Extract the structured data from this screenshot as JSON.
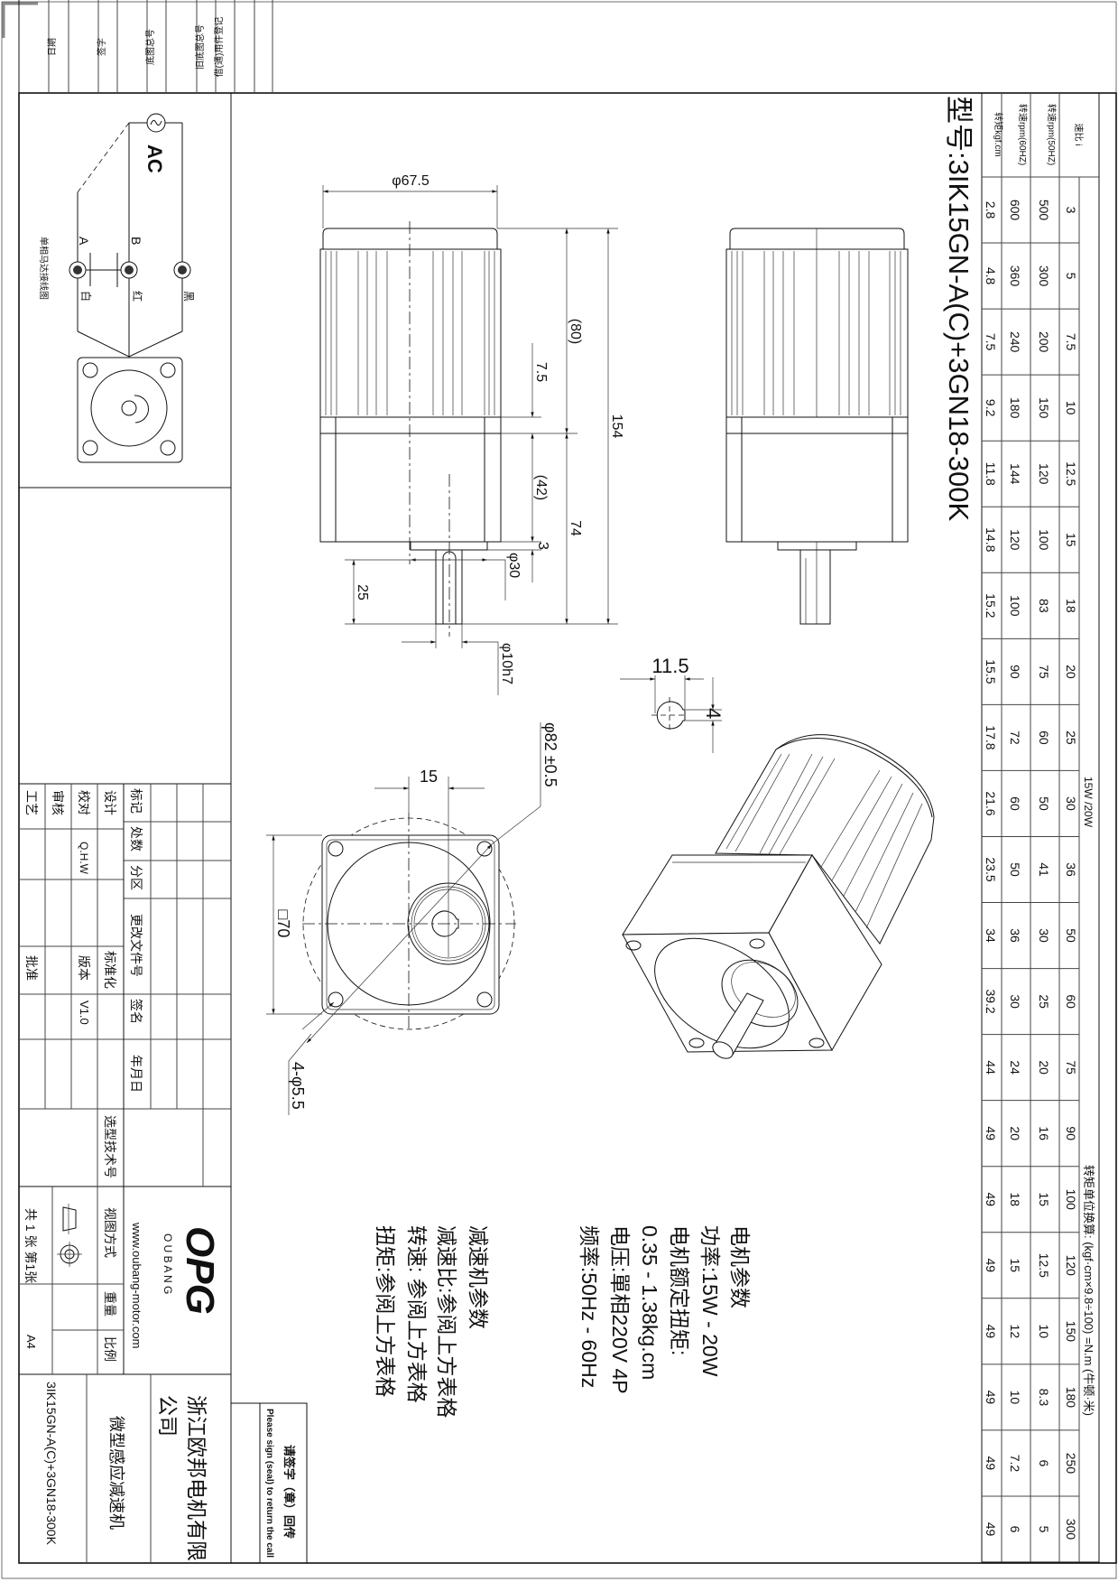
{
  "model_title": "型号:3IK15GN-A(C)+3GN18-300K",
  "table": {
    "power_label": "15W /20W",
    "conversion_note": "转矩单位换算: (kgf·cm×9.8÷100) =N.m (牛顿·米)",
    "row_headers": [
      "速比 i",
      "转速rpm(50HZ)",
      "转速rpm(60HZ)",
      "转矩kgf.cm"
    ],
    "ratios": [
      "3",
      "5",
      "7.5",
      "10",
      "12.5",
      "15",
      "18",
      "20",
      "25",
      "30",
      "36",
      "50",
      "60",
      "75",
      "90",
      "100",
      "120",
      "150",
      "180",
      "250",
      "300"
    ],
    "rpm_50hz": [
      "500",
      "300",
      "200",
      "150",
      "120",
      "100",
      "83",
      "75",
      "60",
      "50",
      "41",
      "30",
      "25",
      "20",
      "16",
      "15",
      "12.5",
      "10",
      "8.3",
      "6",
      "5"
    ],
    "rpm_60hz": [
      "600",
      "360",
      "240",
      "180",
      "144",
      "120",
      "100",
      "90",
      "72",
      "60",
      "50",
      "36",
      "30",
      "24",
      "20",
      "18",
      "15",
      "12",
      "10",
      "7.2",
      "6"
    ],
    "torque": [
      "2.8",
      "4.8",
      "7.5",
      "9.2",
      "11.8",
      "14.8",
      "15.2",
      "15.5",
      "17.8",
      "21.6",
      "23.5",
      "34",
      "39.2",
      "44",
      "49",
      "49",
      "49",
      "49",
      "49",
      "49",
      "49"
    ]
  },
  "dimensions": {
    "body_diameter": "φ67.5",
    "motor_length": "(80)",
    "total_length": "154",
    "step": "7.5",
    "gearbox_length": "(42)",
    "gear_total": "74",
    "pilot_height": "3",
    "pilot_diameter": "φ30",
    "shaft_length": "25",
    "shaft_diameter": "φ10h7",
    "shaft_offset": "15",
    "square_size": "□70",
    "bolt_circle": "φ82 ±0.5",
    "mount_holes": "4-φ5.5",
    "key_depth": "11.5",
    "key_width": "4"
  },
  "motor_params": {
    "heading": "电机参数",
    "power": "功率:15W - 20W",
    "rated_torque_label": "电机额定扭矩:",
    "rated_torque": "0.35 - 1.38kg.cm",
    "voltage": "电压:單相220V 4P",
    "frequency": "频率:50Hz - 60Hz"
  },
  "gearbox_params": {
    "heading": "减速机参数",
    "ratio": "减速比:参阅上方表格",
    "speed": "转速: 参阅上方表格",
    "torque": "扭矩:参阅上方表格"
  },
  "wiring": {
    "ac_label": "AC",
    "terminal_a": "A",
    "terminal_b": "B",
    "wire_white": "白",
    "wire_red": "红",
    "wire_black": "黑",
    "caption": "单相马达接线图"
  },
  "record_strip": [
    "日期",
    "签字",
    "底图总号",
    "旧底图总号",
    "借(通)用件登记"
  ],
  "title_block": {
    "mark": "标记",
    "count": "处数",
    "zone": "分区",
    "change_doc": "更改文件号",
    "signature": "签名",
    "date": "年月日",
    "design": "设计",
    "check": "校对",
    "review": "审核",
    "process": "工艺",
    "standard": "标准化",
    "version_label": "版本",
    "approve": "批准",
    "checker_name": "Q.H.W",
    "version": "V1.0",
    "selection_no": "选型技术号",
    "logo": "OPG",
    "logo_sub": "O U B A N G",
    "website": "www.oubang-motor.com",
    "view_method": "视图方式",
    "weight": "重量",
    "scale": "比例",
    "sheets": "共 1 张 第1张",
    "paper": "A4",
    "company_line1": "浙江欧邦电机有限",
    "company_line2": "公司",
    "product_name": "微型感应减速机",
    "drawing_no": "3IK15GN-A(C)+3GN18-300K"
  },
  "sign_box": {
    "cn": "请签字（章）回传",
    "en": "Please sign (seal) to return the call"
  }
}
